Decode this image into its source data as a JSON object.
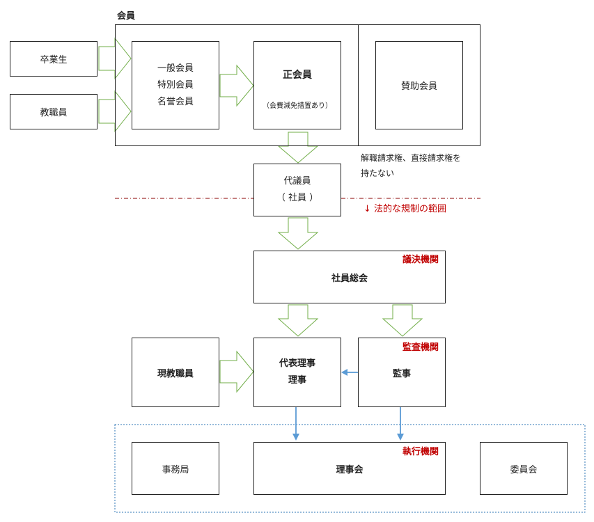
{
  "membership": {
    "title": "会員",
    "sources": [
      "卒業生",
      "教職員"
    ],
    "general_members": [
      "一般会員",
      "特別会員",
      "名誉会員"
    ],
    "regular_member": {
      "label": "正会員",
      "note": "（会費減免措置あり）"
    },
    "supporting_member": "賛助会員",
    "supporting_note": [
      "解職請求権、直接請求権を",
      "持たない"
    ]
  },
  "delegates": {
    "label": "代議員",
    "sub": "（ 社員 ）"
  },
  "legal_scope": "↓ 法的な規制の範囲",
  "assembly": {
    "tag": "議決機関",
    "label": "社員総会"
  },
  "current_staff": "現教職員",
  "directors": [
    "代表理事",
    "理事"
  ],
  "auditor": {
    "tag": "監査機関",
    "label": "監事"
  },
  "executive": {
    "tag": "執行機関",
    "office": "事務局",
    "board": "理事会",
    "committee": "委員会"
  },
  "colors": {
    "arrow_outline": "#70ad47",
    "connector": "#5b9bd5",
    "tag_red": "#c00000",
    "dash_line": "#8b0000",
    "exec_border": "#2e75b6"
  }
}
